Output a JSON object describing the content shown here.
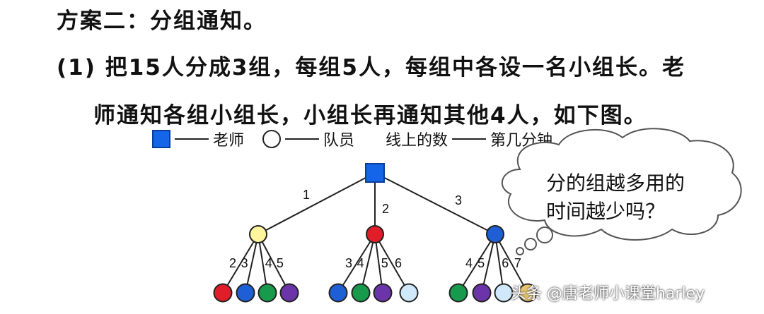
{
  "heading": "方案二：分组通知。",
  "step_line1": "(1) 把15人分成3组，每组5人，每组中各设一名小组长。老",
  "step_line2": "师通知各组小组长，小组长再通知其他4人，如下图。",
  "legend": {
    "teacher_label": "老师",
    "member_label": "队员",
    "number_label": "线上的数",
    "number_meaning": "第几分钟"
  },
  "thought_bubble": {
    "line1": "分的组越多用的",
    "line2": "时间越少吗？"
  },
  "watermark": "头条 @唐老师小课堂harley",
  "diagram": {
    "teacher": {
      "color": "#1565e8"
    },
    "leaders": [
      {
        "minute": "1",
        "color": "#fff59d",
        "members": [
          {
            "minute": "2",
            "color": "#e11d2a"
          },
          {
            "minute": "3",
            "color": "#1e5fd6"
          },
          {
            "minute": "4",
            "color": "#179a4b"
          },
          {
            "minute": "5",
            "color": "#6b34a8"
          }
        ]
      },
      {
        "minute": "2",
        "color": "#e11d2a",
        "members": [
          {
            "minute": "3",
            "color": "#1e5fd6"
          },
          {
            "minute": "4",
            "color": "#179a4b"
          },
          {
            "minute": "5",
            "color": "#6b34a8"
          },
          {
            "minute": "6",
            "color": "#cfe8fb"
          }
        ]
      },
      {
        "minute": "3",
        "color": "#1e5fd6",
        "members": [
          {
            "minute": "4",
            "color": "#179a4b"
          },
          {
            "minute": "5",
            "color": "#6b34a8"
          },
          {
            "minute": "6",
            "color": "#cfe8fb"
          },
          {
            "minute": "7",
            "color": "#e9c46a"
          }
        ]
      }
    ]
  }
}
